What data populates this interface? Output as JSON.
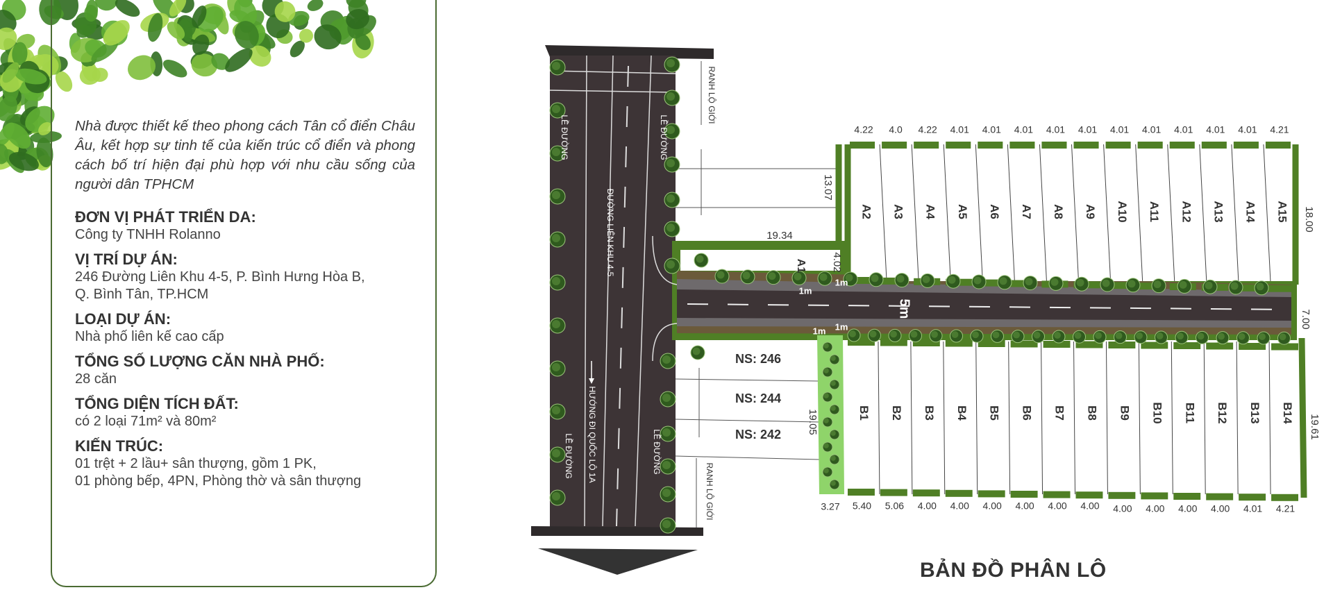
{
  "info": {
    "intro": "Nhà được thiết kế theo phong cách Tân cổ điển Châu Âu, kết hợp sự tinh tế của kiến trúc cổ điển và phong cách bố trí hiện đại phù hợp với nhu cầu sống của người dân TPHCM",
    "sections": [
      {
        "heading": "ĐƠN VỊ PHÁT TRIỂN DA:",
        "body": [
          "Công ty TNHH Rolanno"
        ]
      },
      {
        "heading": "VỊ TRÍ DỰ ÁN:",
        "body": [
          "246 Đường Liên Khu 4-5, P. Bình Hưng Hòa B,",
          "Q. Bình Tân, TP.HCM"
        ]
      },
      {
        "heading": "LOẠI DỰ ÁN:",
        "body": [
          "Nhà phố liên kế cao cấp"
        ]
      },
      {
        "heading": "TỔNG SỐ LƯỢNG CĂN NHÀ PHỐ:",
        "body": [
          "28 căn"
        ]
      },
      {
        "heading": "TỔNG DIỆN TÍCH ĐẤT:",
        "body": [
          "có 2 loại 71m² và 80m²"
        ]
      },
      {
        "heading": "KIẾN TRÚC:",
        "body": [
          "01 trệt + 2 lầu+ sân thượng, gồm 1 PK,",
          "01 phòng bếp, 4PN, Phòng thờ và sân thượng"
        ]
      }
    ]
  },
  "map": {
    "title": "BẢN ĐỒ PHÂN LÔ",
    "main_road": "ĐƯỜNG LIÊN KHU 4-5",
    "direction": "HƯỚNG ĐI QUỐC LỘ 1A",
    "sidewalk": "LỀ ĐƯỜNG",
    "boundary": "RANH LỘ GIỚI",
    "side_road_width": "5m",
    "sidewalk_width": "1m",
    "side_road_total": "7.00",
    "a1": {
      "label": "A1",
      "len": "19.34",
      "side": "13.07",
      "front": "4.02"
    },
    "a_row": {
      "lots": [
        "A2",
        "A3",
        "A4",
        "A5",
        "A6",
        "A7",
        "A8",
        "A9",
        "A10",
        "A11",
        "A12",
        "A13",
        "A14",
        "A15"
      ],
      "widths": [
        "4.22",
        "4.0",
        "4.22",
        "4.01",
        "4.01",
        "4.01",
        "4.01",
        "4.01",
        "4.01",
        "4.01",
        "4.01",
        "4.01",
        "4.01",
        "4.21"
      ],
      "depth": "18.00"
    },
    "b_row": {
      "lots": [
        "B1",
        "B2",
        "B3",
        "B4",
        "B5",
        "B6",
        "B7",
        "B8",
        "B9",
        "B10",
        "B11",
        "B12",
        "B13",
        "B14"
      ],
      "widths": [
        "5.40",
        "5.06",
        "4.00",
        "4.00",
        "4.00",
        "4.00",
        "4.00",
        "4.00",
        "4.00",
        "4.00",
        "4.00",
        "4.00",
        "4.01",
        "4.21"
      ],
      "park_width": "3.27",
      "left_depth": "19.05",
      "right_depth": "19.61"
    },
    "neighbors": [
      "NS: 246",
      "NS: 244",
      "NS: 242"
    ],
    "colors": {
      "asphalt": "#3d3436",
      "green": "#4f7f25",
      "park": "#8fd46a",
      "soil": "#6b5a3a",
      "tree": "#2f5a1e"
    }
  }
}
